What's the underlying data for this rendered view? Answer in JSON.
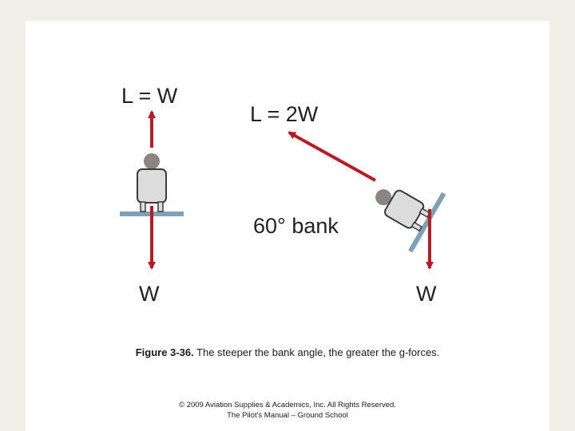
{
  "diagram": {
    "level": {
      "lift_label": "L = W",
      "weight_label": "W"
    },
    "banked": {
      "lift_label": "L = 2W",
      "weight_label": "W",
      "bank_label": "60° bank"
    }
  },
  "caption": {
    "label": "Figure 3-36.",
    "text": " The steeper the bank angle, the greater the g-forces."
  },
  "footer": {
    "copyright": "© 2009 Aviation Supplies & Academics, Inc. All Rights Reserved.",
    "book_title": "The Pilot's Manual – Ground School"
  },
  "colors": {
    "arrow": "#b71c25",
    "surface": "#7fa1b5",
    "figure_fill": "#dcdcdc",
    "figure_stroke": "#3a3a3a",
    "head": "#8a8580"
  }
}
